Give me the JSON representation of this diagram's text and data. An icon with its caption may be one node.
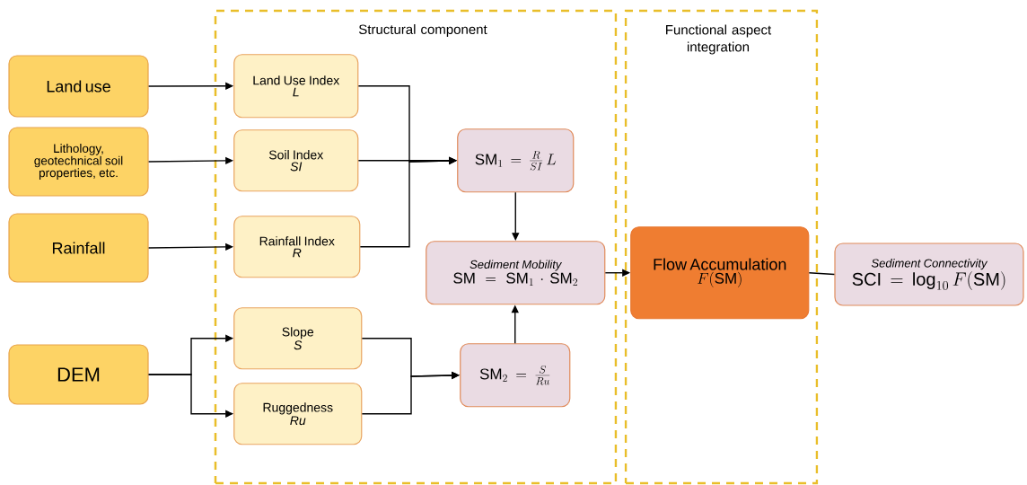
{
  "diagram": {
    "nodes": [
      {
        "text": [
          "Structural component"
        ]
      },
      {
        "text": [
          "Functional aspect integration"
        ]
      },
      {
        "text": [
          "Land use"
        ]
      },
      {
        "text": [
          "Lithology, geotechnical soil properties, etc."
        ]
      },
      {
        "text": [
          "Rainfall"
        ]
      },
      {
        "text": [
          "DEM"
        ]
      },
      {
        "text": [
          "Land Use Index",
          "L"
        ],
        "in": 0
      },
      {
        "text": [
          "Soil Index",
          "SI"
        ],
        "in": 0
      },
      {
        "text": [
          "Rainfall Index",
          "R"
        ],
        "in": 0
      },
      {
        "text": [
          "Slope",
          "S"
        ],
        "in": 0
      },
      {
        "text": [
          "Ruggedness",
          "Ru"
        ],
        "in": 0
      },
      {
        "text": [
          "\\mathrm{SM}_1 = \\frac{R}{SI}\\,L"
        ],
        "in": 0
      },
      {
        "text": [
          "Sediment Mobility",
          "\\mathrm{SM} = \\mathrm{SM}_1 \\cdot \\mathrm{SM}_2"
        ],
        "in": 0
      },
      {
        "text": [
          "\\mathrm{SM}_2 = \\frac{S}{Ru}"
        ],
        "in": 0
      },
      {
        "text": [
          "Flow Accumulation",
          "F(\\mathrm{SM})"
        ],
        "in": 1
      },
      {
        "text": [
          "Sediment Connectivity",
          "\\mathrm{SCI} = \\log_{10} F(\\mathrm{SM})"
        ]
      }
    ],
    "edges": [
      {
        "from": 2,
        "to": 6,
        "arrow": "to"
      },
      {
        "from": 3,
        "to": 7,
        "arrow": "to"
      },
      {
        "from": 4,
        "to": 8,
        "arrow": "to"
      },
      {
        "from": 6,
        "to": 11,
        "arrow": "to"
      },
      {
        "from": 7,
        "to": 11,
        "arrow": "to"
      },
      {
        "from": 8,
        "to": 11,
        "arrow": "to"
      },
      {
        "from": 5,
        "to": 9,
        "arrow": "to"
      },
      {
        "from": 5,
        "to": 10,
        "arrow": "to"
      },
      {
        "from": 9,
        "to": 13,
        "arrow": "to"
      },
      {
        "from": 10,
        "to": 13,
        "arrow": "to"
      },
      {
        "from": 11,
        "to": 12,
        "arrow": "to"
      },
      {
        "from": 13,
        "to": 12,
        "arrow": "to"
      },
      {
        "from": 12,
        "to": 14,
        "arrow": "to"
      },
      {
        "from": 14,
        "to": 15,
        "arrow": "none"
      }
    ]
  }
}
